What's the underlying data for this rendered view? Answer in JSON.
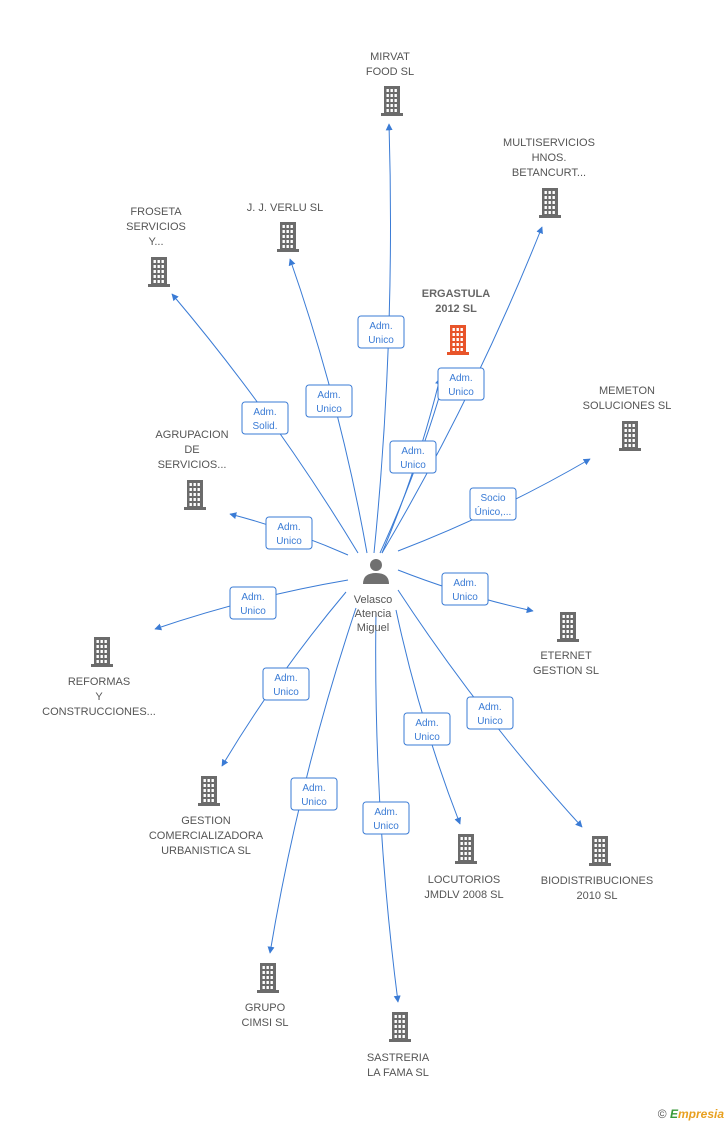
{
  "center": {
    "name_lines": [
      "Velasco",
      "Atencia",
      "Miguel"
    ],
    "icon": "person-icon"
  },
  "colors": {
    "edge": "#3a7bd5",
    "company_icon": "#6b6b6b",
    "highlight_icon": "#e8542a",
    "person_icon": "#707070"
  },
  "companies": [
    {
      "id": "mirvat",
      "label_lines": [
        "MIRVAT",
        "FOOD SL"
      ],
      "edge_label": [
        "Adm.",
        "Unico"
      ],
      "highlight": false
    },
    {
      "id": "multiservicios",
      "label_lines": [
        "MULTISERVICIOS",
        "HNOS.",
        "BETANCURT..."
      ],
      "edge_label": [
        "Adm.",
        "Unico"
      ],
      "highlight": false
    },
    {
      "id": "jjverlu",
      "label_lines": [
        "J.  J. VERLU SL"
      ],
      "edge_label": [
        "Adm.",
        "Unico"
      ],
      "highlight": false
    },
    {
      "id": "froseta",
      "label_lines": [
        "FROSETA",
        "SERVICIOS",
        "Y..."
      ],
      "edge_label": [
        "Adm.",
        "Solid."
      ],
      "highlight": false
    },
    {
      "id": "ergastula",
      "label_lines": [
        "ERGASTULA",
        "2012 SL"
      ],
      "edge_label": [
        "Adm.",
        "Unico"
      ],
      "highlight": true
    },
    {
      "id": "memeton",
      "label_lines": [
        "MEMETON",
        "SOLUCIONES SL"
      ],
      "edge_label": [
        "Socio",
        "Único,..."
      ],
      "highlight": false
    },
    {
      "id": "agrupacion",
      "label_lines": [
        "AGRUPACION",
        "DE",
        "SERVICIOS..."
      ],
      "edge_label": [
        "Adm.",
        "Unico"
      ],
      "highlight": false
    },
    {
      "id": "reformas",
      "label_lines": [
        "REFORMAS",
        "Y",
        "CONSTRUCCIONES..."
      ],
      "edge_label": [
        "Adm.",
        "Unico"
      ],
      "highlight": false
    },
    {
      "id": "eternet",
      "label_lines": [
        "ETERNET",
        "GESTION  SL"
      ],
      "edge_label": [
        "Adm.",
        "Unico"
      ],
      "highlight": false
    },
    {
      "id": "gestion",
      "label_lines": [
        "GESTION",
        "COMERCIALIZADORA",
        "URBANISTICA SL"
      ],
      "edge_label": [
        "Adm.",
        "Unico"
      ],
      "highlight": false
    },
    {
      "id": "locutorios",
      "label_lines": [
        "LOCUTORIOS",
        "JMDLV 2008 SL"
      ],
      "edge_label": [
        "Adm.",
        "Unico"
      ],
      "highlight": false
    },
    {
      "id": "biodistribuciones",
      "label_lines": [
        "BIODISTRIBUCIONES",
        "2010 SL"
      ],
      "edge_label": [
        "Adm.",
        "Unico"
      ],
      "highlight": false
    },
    {
      "id": "grupocimsi",
      "label_lines": [
        "GRUPO",
        "CIMSI  SL"
      ],
      "edge_label": [
        "Adm.",
        "Unico"
      ],
      "highlight": false
    },
    {
      "id": "sastreria",
      "label_lines": [
        "SASTRERIA",
        "LA FAMA SL"
      ],
      "edge_label": [
        "Adm.",
        "Unico"
      ],
      "highlight": false
    }
  ],
  "extra_edge": {
    "target": "ergastula",
    "edge_label": [
      "Adm.",
      "Unico"
    ]
  },
  "credit": {
    "symbol": "©",
    "brand_first": "E",
    "brand_rest": "mpresia"
  }
}
